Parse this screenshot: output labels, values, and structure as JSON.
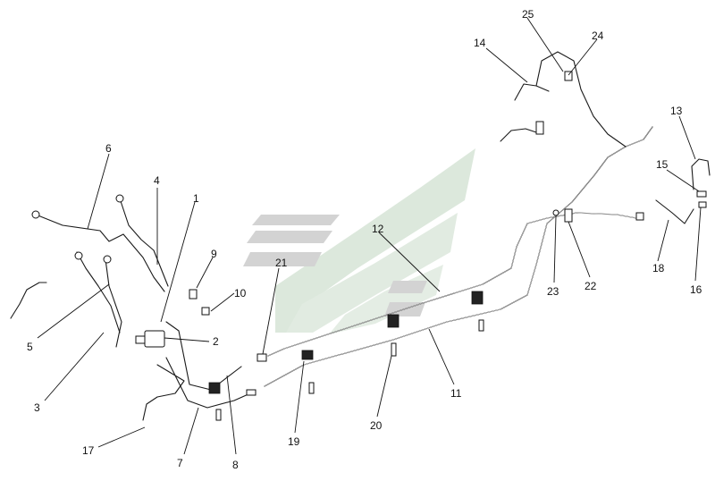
{
  "diagram": {
    "callouts": [
      {
        "label": "1"
      },
      {
        "label": "2"
      },
      {
        "label": "3"
      },
      {
        "label": "4"
      },
      {
        "label": "5"
      },
      {
        "label": "6"
      },
      {
        "label": "7"
      },
      {
        "label": "8"
      },
      {
        "label": "9"
      },
      {
        "label": "10"
      },
      {
        "label": "11"
      },
      {
        "label": "12"
      },
      {
        "label": "13"
      },
      {
        "label": "14"
      },
      {
        "label": "15"
      },
      {
        "label": "16"
      },
      {
        "label": "17"
      },
      {
        "label": "18"
      },
      {
        "label": "19"
      },
      {
        "label": "20"
      },
      {
        "label": "21"
      },
      {
        "label": "22"
      },
      {
        "label": "23"
      },
      {
        "label": "24"
      },
      {
        "label": "25"
      }
    ],
    "colors": {
      "line": "#1a1a1a",
      "watermark_gray": "#d3d3d3",
      "watermark_green": "#dce8dc"
    }
  }
}
